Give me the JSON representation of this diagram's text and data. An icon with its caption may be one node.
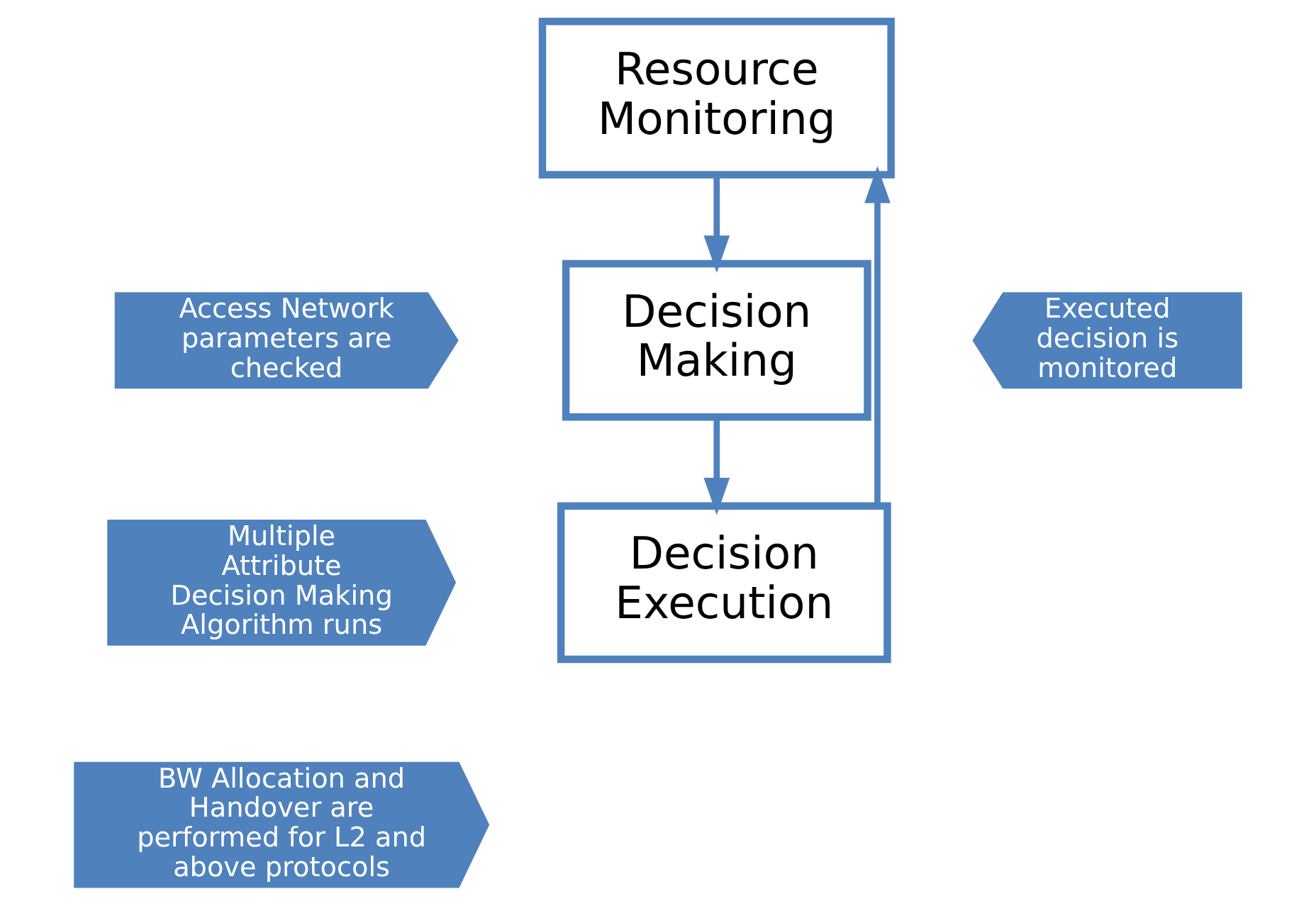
{
  "diagram": {
    "nodes": [
      {
        "text": [
          "Resource Monitoring"
        ]
      },
      {
        "text": [
          "Decision Making"
        ]
      },
      {
        "text": [
          "Decision Execution"
        ]
      },
      {
        "text": [
          "Access Network parameters are checked"
        ]
      },
      {
        "text": [
          "Multiple Attribute Decision Making Algorithm runs"
        ]
      },
      {
        "text": [
          "BW Allocation and Handover are performed for L2 and above protocols"
        ]
      },
      {
        "text": [
          "Executed decision is monitored"
        ]
      }
    ],
    "edges": [
      {
        "from": 0,
        "to": 1,
        "arrow": "to"
      },
      {
        "from": 1,
        "to": 2,
        "arrow": "to"
      },
      {
        "from": 2,
        "to": 0,
        "arrow": "to"
      }
    ]
  }
}
